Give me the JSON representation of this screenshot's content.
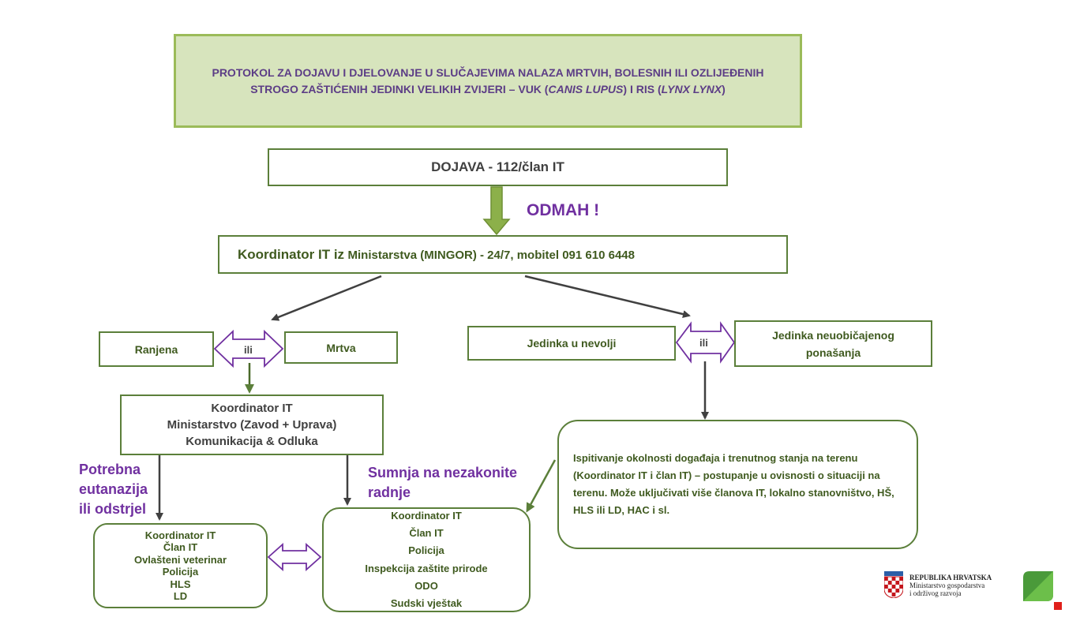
{
  "title": {
    "part1": "PROTOKOL ZA DOJAVU I DJELOVANJE U SLUČAJEVIMA NALAZA MRTVIH, BOLESNIH ILI OZLIJEĐENIH STROGO ZAŠTIĆENIH JEDINKI VELIKIH ZVIJERI – VUK (",
    "latin1": "CANIS LUPUS",
    "part2": ") I RIS (",
    "latin2": "LYNX LYNX",
    "part3": ")"
  },
  "dojava": "DOJAVA - 112/član IT",
  "odmah": "ODMAH !",
  "koordinator": {
    "main": "Koordinator IT iz",
    "detail": "Ministarstva (MINGOR)  - 24/7, mobitel 091 610 6448"
  },
  "left_branch": {
    "ranjena": "Ranjena",
    "ili": "ili",
    "mrtva": "Mrtva"
  },
  "right_branch": {
    "nevolja": "Jedinka u nevolji",
    "ili": "ili",
    "neobicno_line1": "Jedinka neuobičajenog",
    "neobicno_line2": "ponašanja"
  },
  "ministry_box": {
    "line1": "Koordinator IT",
    "line2": "Ministarstvo (Zavod + Uprava)",
    "line3": "Komunikacija & Odluka"
  },
  "label_eutanazija": [
    "Potrebna",
    "eutanazija",
    "ili odstrjel"
  ],
  "label_sumnja": [
    "Sumnja na nezakonite",
    "radnje"
  ],
  "box_eutanazija": [
    "Koordinator IT",
    "Član IT",
    "Ovlašteni veterinar",
    "Policija",
    "HLS",
    "LD"
  ],
  "box_sumnja": [
    "Koordinator IT",
    "Član IT",
    "Policija",
    "Inspekcija zaštite prirode",
    "ODO",
    "Sudski vještak"
  ],
  "box_ispitivanje": "Ispitivanje okolnosti događaja i trenutnog stanja na terenu (Koordinator IT i član IT) – postupanje u ovisnosti o situaciji na terenu. Može uključivati više članova IT, lokalno stanovništvo, HŠ, HLS ili LD, HAC i sl.",
  "footer": {
    "line1": "REPUBLIKA HRVATSKA",
    "line2": "Ministarstvo gospodarstva",
    "line3": "i održivog razvoja"
  },
  "colors": {
    "green_border": "#5b7f3a",
    "title_fill": "#d7e4bd",
    "purple": "#7030a0",
    "arrow_green": "#8cb04a"
  }
}
